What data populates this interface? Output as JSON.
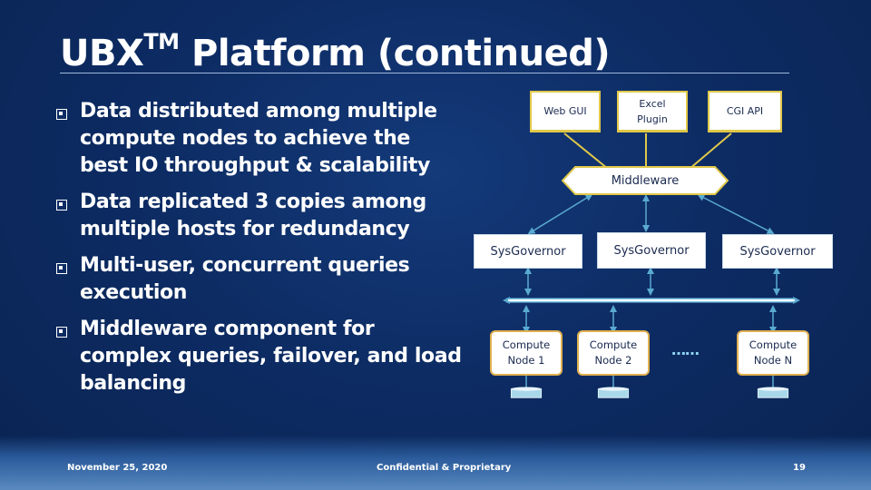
{
  "slide": {
    "title_main": "UBX",
    "title_sup": "TM",
    "title_rest": " Platform (continued)",
    "bullets": [
      "Data distributed among multiple compute nodes to achieve the best IO throughput & scalability",
      "Data replicated 3 copies among multiple hosts for redundancy",
      "Multi-user, concurrent queries execution",
      "Middleware component for complex queries, failover, and load balancing"
    ]
  },
  "diagram": {
    "clients": [
      "Web GUI",
      "Excel\nPlugin",
      "CGI API"
    ],
    "middleware": "Middleware",
    "governors": [
      "SysGovernor",
      "SysGovernor",
      "SysGovernor"
    ],
    "nodes": [
      "Compute\nNode 1",
      "Compute\nNode 2",
      "Compute\nNode N"
    ],
    "ellipsis": "……"
  },
  "footer": {
    "date": "November 25, 2020",
    "center": "Confidential & Proprietary",
    "page": "19"
  },
  "colors": {
    "background": "#0d2c64",
    "box_border_gold": "#e0c84a",
    "arrow": "#5aaad0",
    "middleware_fill": "#ffffff"
  }
}
